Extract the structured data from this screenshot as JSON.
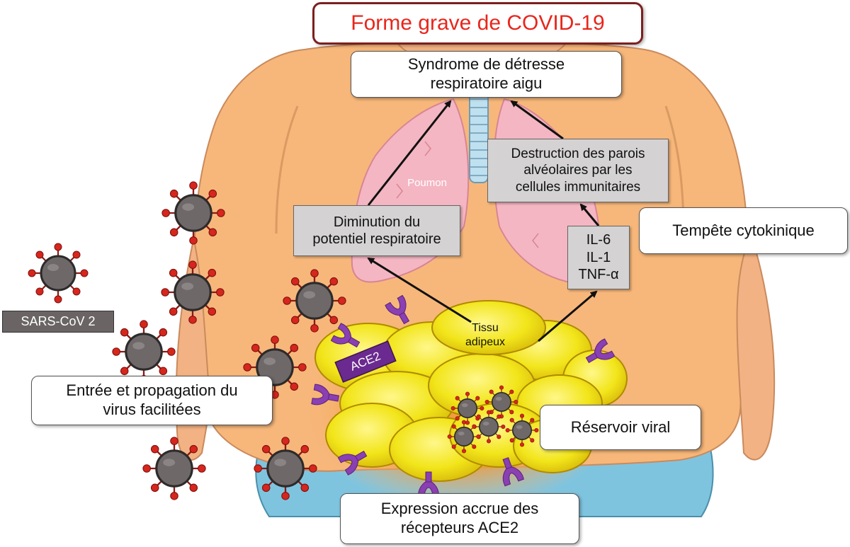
{
  "title": "Forme grave de COVID-19",
  "labels": {
    "sdra": "Syndrome de détresse\nrespiratoire aigu",
    "destruction": "Destruction des parois\nalvéolaires par les\ncellules immunitaires",
    "diminution": "Diminution du\npotentiel respiratoire",
    "cytokines": "IL-6\nIL-1\nTNF-α",
    "tempete": "Tempête cytokinique",
    "sars": "SARS-CoV 2",
    "entree": "Entrée et propagation du\nvirus facilitées",
    "reservoir": "Réservoir viral",
    "expression": "Expression accrue des\nrécepteurs ACE2",
    "tissu": "Tissu\nadipeux",
    "poumon": "Poumon",
    "ace2": "ACE2"
  },
  "colors": {
    "title_text": "#e8261c",
    "title_border": "#7d1f1f",
    "skin": "#f6c08f",
    "shirt": "#f7b77a",
    "pants": "#7fc4df",
    "lung": "#f4b6c2",
    "fat": "#f2e51a",
    "receptor": "#8a3fb3",
    "virus_body": "#6e6868",
    "virus_spike": "#d6261d"
  },
  "icons": [
    "virus-icon",
    "ace2-receptor-icon",
    "adipocyte-icon",
    "lung-icon",
    "trachea-icon"
  ]
}
